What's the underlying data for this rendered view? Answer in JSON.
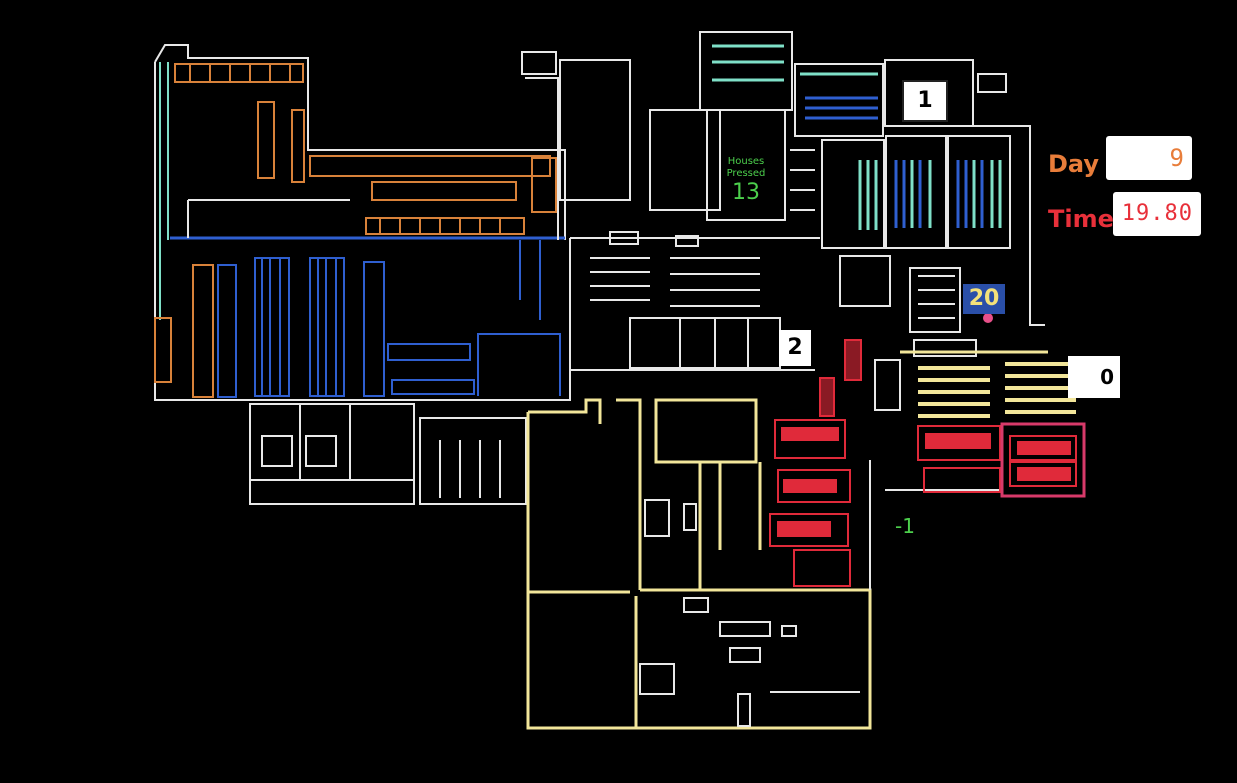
{
  "clock": {
    "day_label": "Day",
    "day_value": "9",
    "time_label": "Time",
    "time_value": "19.80"
  },
  "counter": {
    "caption": "Houses Pressed",
    "value": "13"
  },
  "markers": {
    "area_1": "1",
    "area_2": "2",
    "area_0": "0",
    "area_20": "20",
    "offset": "-1"
  },
  "colors": {
    "background": "#000000",
    "walls": "#ffffff",
    "storage_orange": "#d9823a",
    "racking_blue": "#2f5fd0",
    "zone_yellow": "#f2e69a",
    "machinery_red": "#e02a3a",
    "counter_green": "#4ccf4c",
    "accent_teal": "#7fe0c8"
  }
}
